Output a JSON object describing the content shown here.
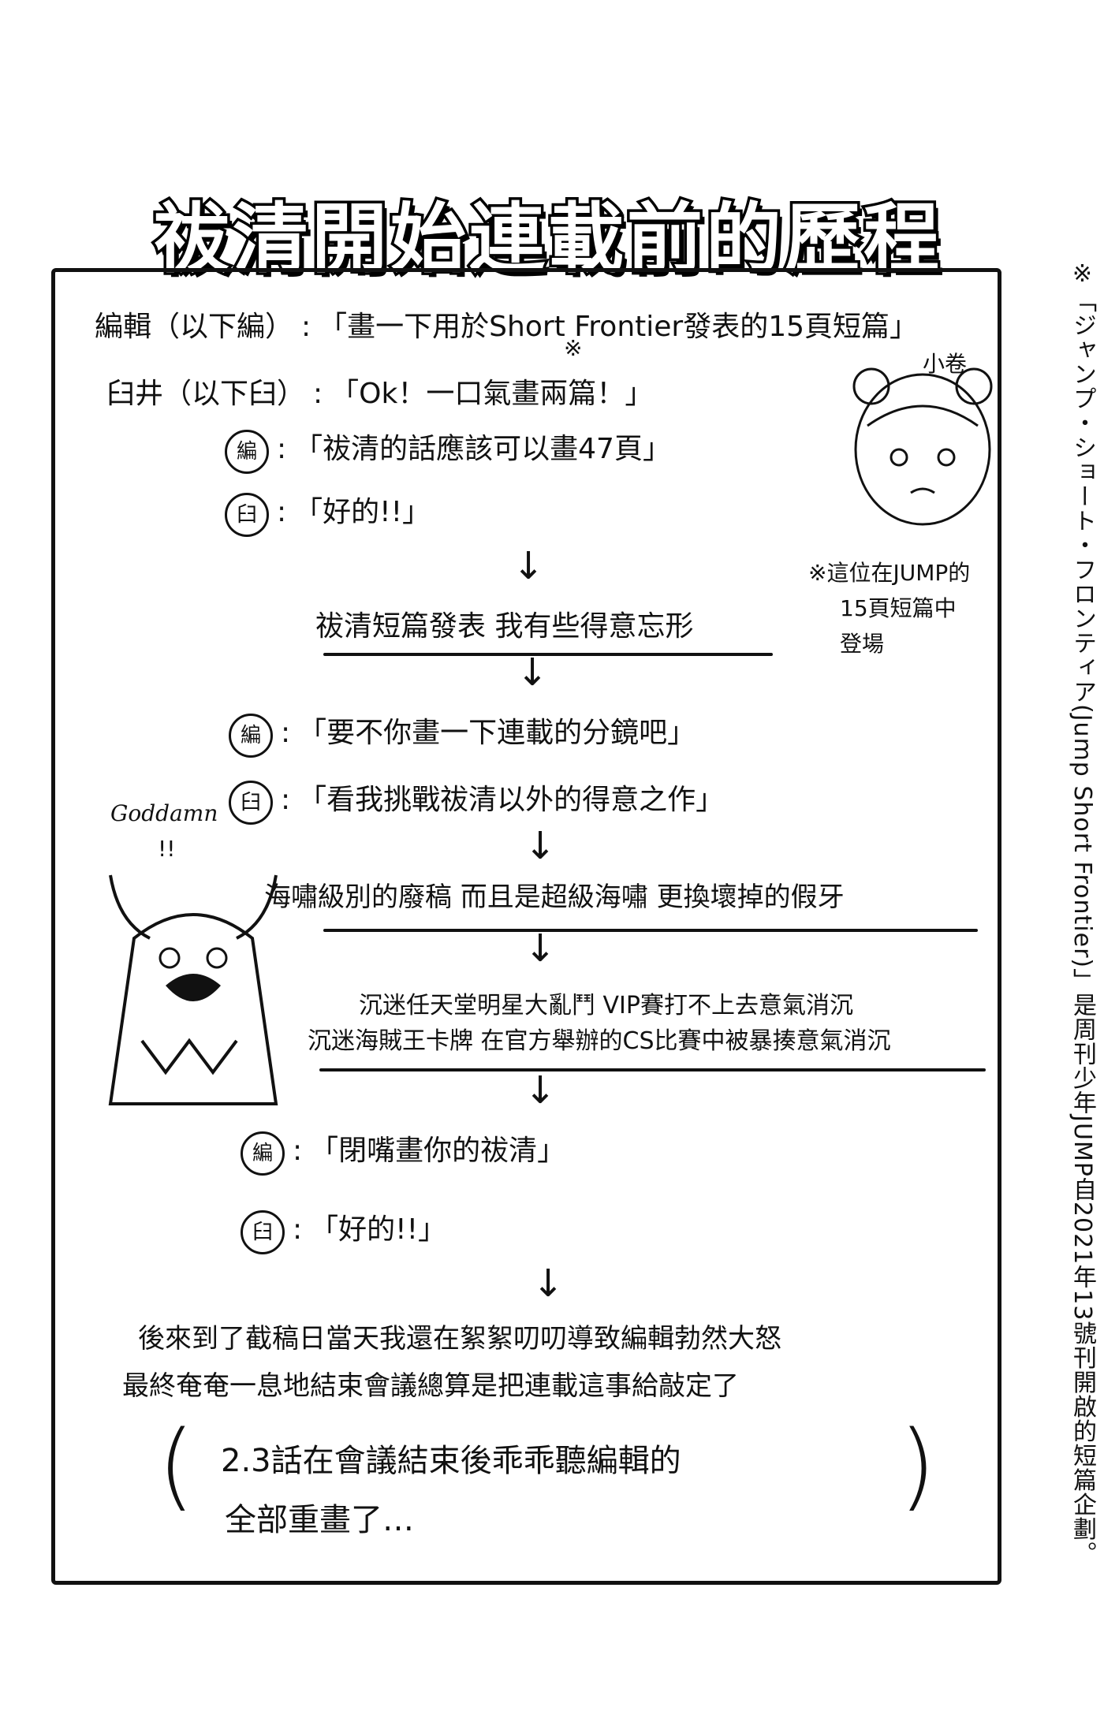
{
  "title": "祓清開始連載前的歷程",
  "dialogue_top": [
    {
      "speaker": "編輯（以下編）",
      "badge": "編",
      "line": "「畫一下用於Short Frontier發表的15頁短篇」",
      "note_mark": "※"
    },
    {
      "speaker": "臼井（以下臼）",
      "badge": "臼",
      "line": "「Ok！一口氣畫兩篇！」"
    },
    {
      "speaker": "",
      "badge": "編",
      "line": "「祓清的話應該可以畫47頁」"
    },
    {
      "speaker": "",
      "badge": "臼",
      "line": "「好的!!」"
    }
  ],
  "step1": "祓清短篇發表 我有些得意忘形",
  "dialogue_mid": [
    {
      "badge": "編",
      "line": "「要不你畫一下連載的分鏡吧」"
    },
    {
      "badge": "臼",
      "line": "「看我挑戰祓清以外的得意之作」"
    }
  ],
  "step2": "海嘯級別的廢稿 而且是超級海嘯 更換壞掉的假牙",
  "step3": [
    "沉迷任天堂明星大亂鬥 VIP賽打不上去意氣消沉",
    "沉迷海賊王卡牌 在官方舉辦的CS比賽中被暴揍意氣消沉"
  ],
  "dialogue_bottom": [
    {
      "badge": "編",
      "line": "「閉嘴畫你的祓清」"
    },
    {
      "badge": "臼",
      "line": "「好的!!」"
    }
  ],
  "conclusion": [
    "後來到了截稿日當天我還在絮絮叨叨導致編輯勃然大怒",
    "最終奄奄一息地結束會議總算是把連載這事給敲定了"
  ],
  "aside": [
    "2.3話在會議結束後乖乖聽編輯的",
    "全部重畫了…"
  ],
  "character_right": {
    "name": "小卷",
    "note": [
      "※這位在JUMP的",
      "15頁短篇中",
      "登場"
    ]
  },
  "character_left": {
    "exclamation": "Goddamn",
    "bang": "!!"
  },
  "arrow": "↓",
  "side_note": "※「ジャンプ・ショート・フロンティア(Jump Short Frontier)」是周刊少年JUMP自2021年13號刊開啟的短篇企劃。"
}
